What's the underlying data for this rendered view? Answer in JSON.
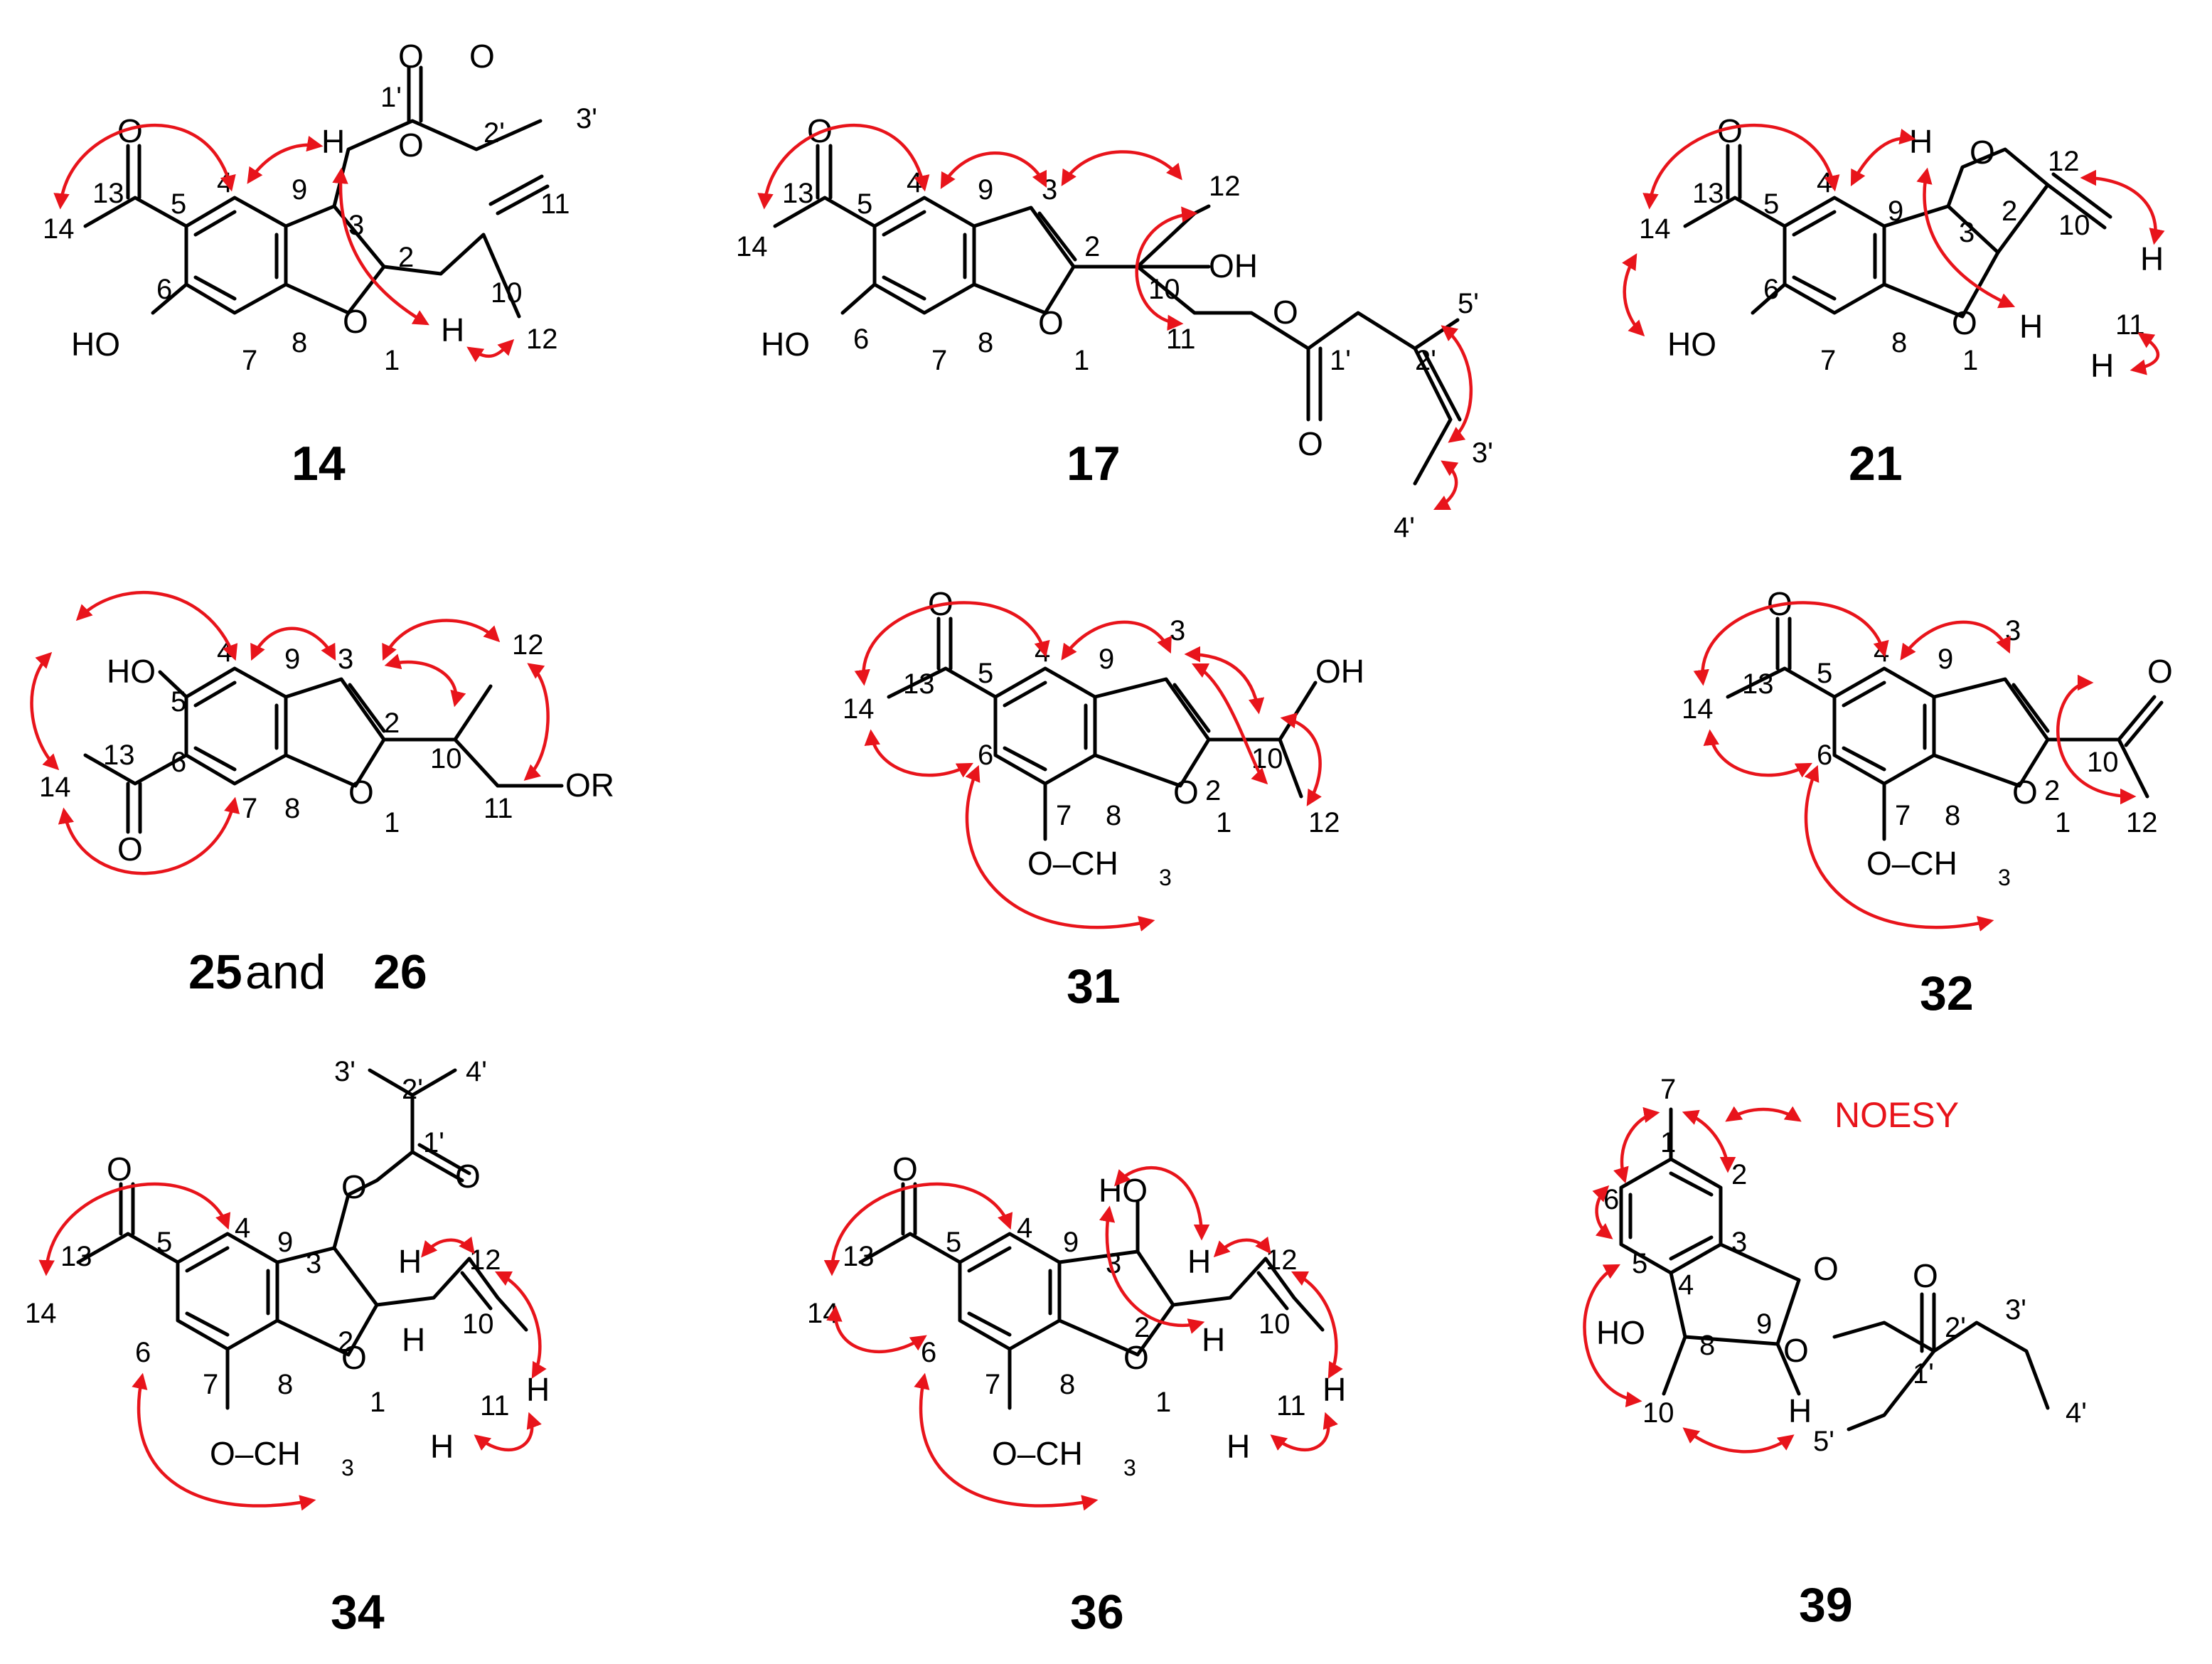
{
  "legend": {
    "label": "NOESY"
  },
  "compounds": {
    "c14": "14",
    "c17": "17",
    "c21": "21",
    "c25": "25",
    "c25_and": " and ",
    "c26": "26",
    "c31": "31",
    "c32": "32",
    "c34": "34",
    "c36": "36",
    "c39": "39"
  },
  "atoms": {
    "O": "O",
    "H": "H",
    "HO": "HO",
    "OH": "OH",
    "OR": "OR",
    "O_CH": "O–CH",
    "sub3": "3"
  },
  "numbers": {
    "n1": "1",
    "n2": "2",
    "n3": "3",
    "n4": "4",
    "n5": "5",
    "n6": "6",
    "n7": "7",
    "n8": "8",
    "n9": "9",
    "n10": "10",
    "n11": "11",
    "n12": "12",
    "n13": "13",
    "n14": "14",
    "p1": "1'",
    "p2": "2'",
    "p3": "3'",
    "p4": "4'",
    "p5": "5'"
  },
  "colors": {
    "noesy": "#e8141b",
    "structure": "#000000"
  }
}
